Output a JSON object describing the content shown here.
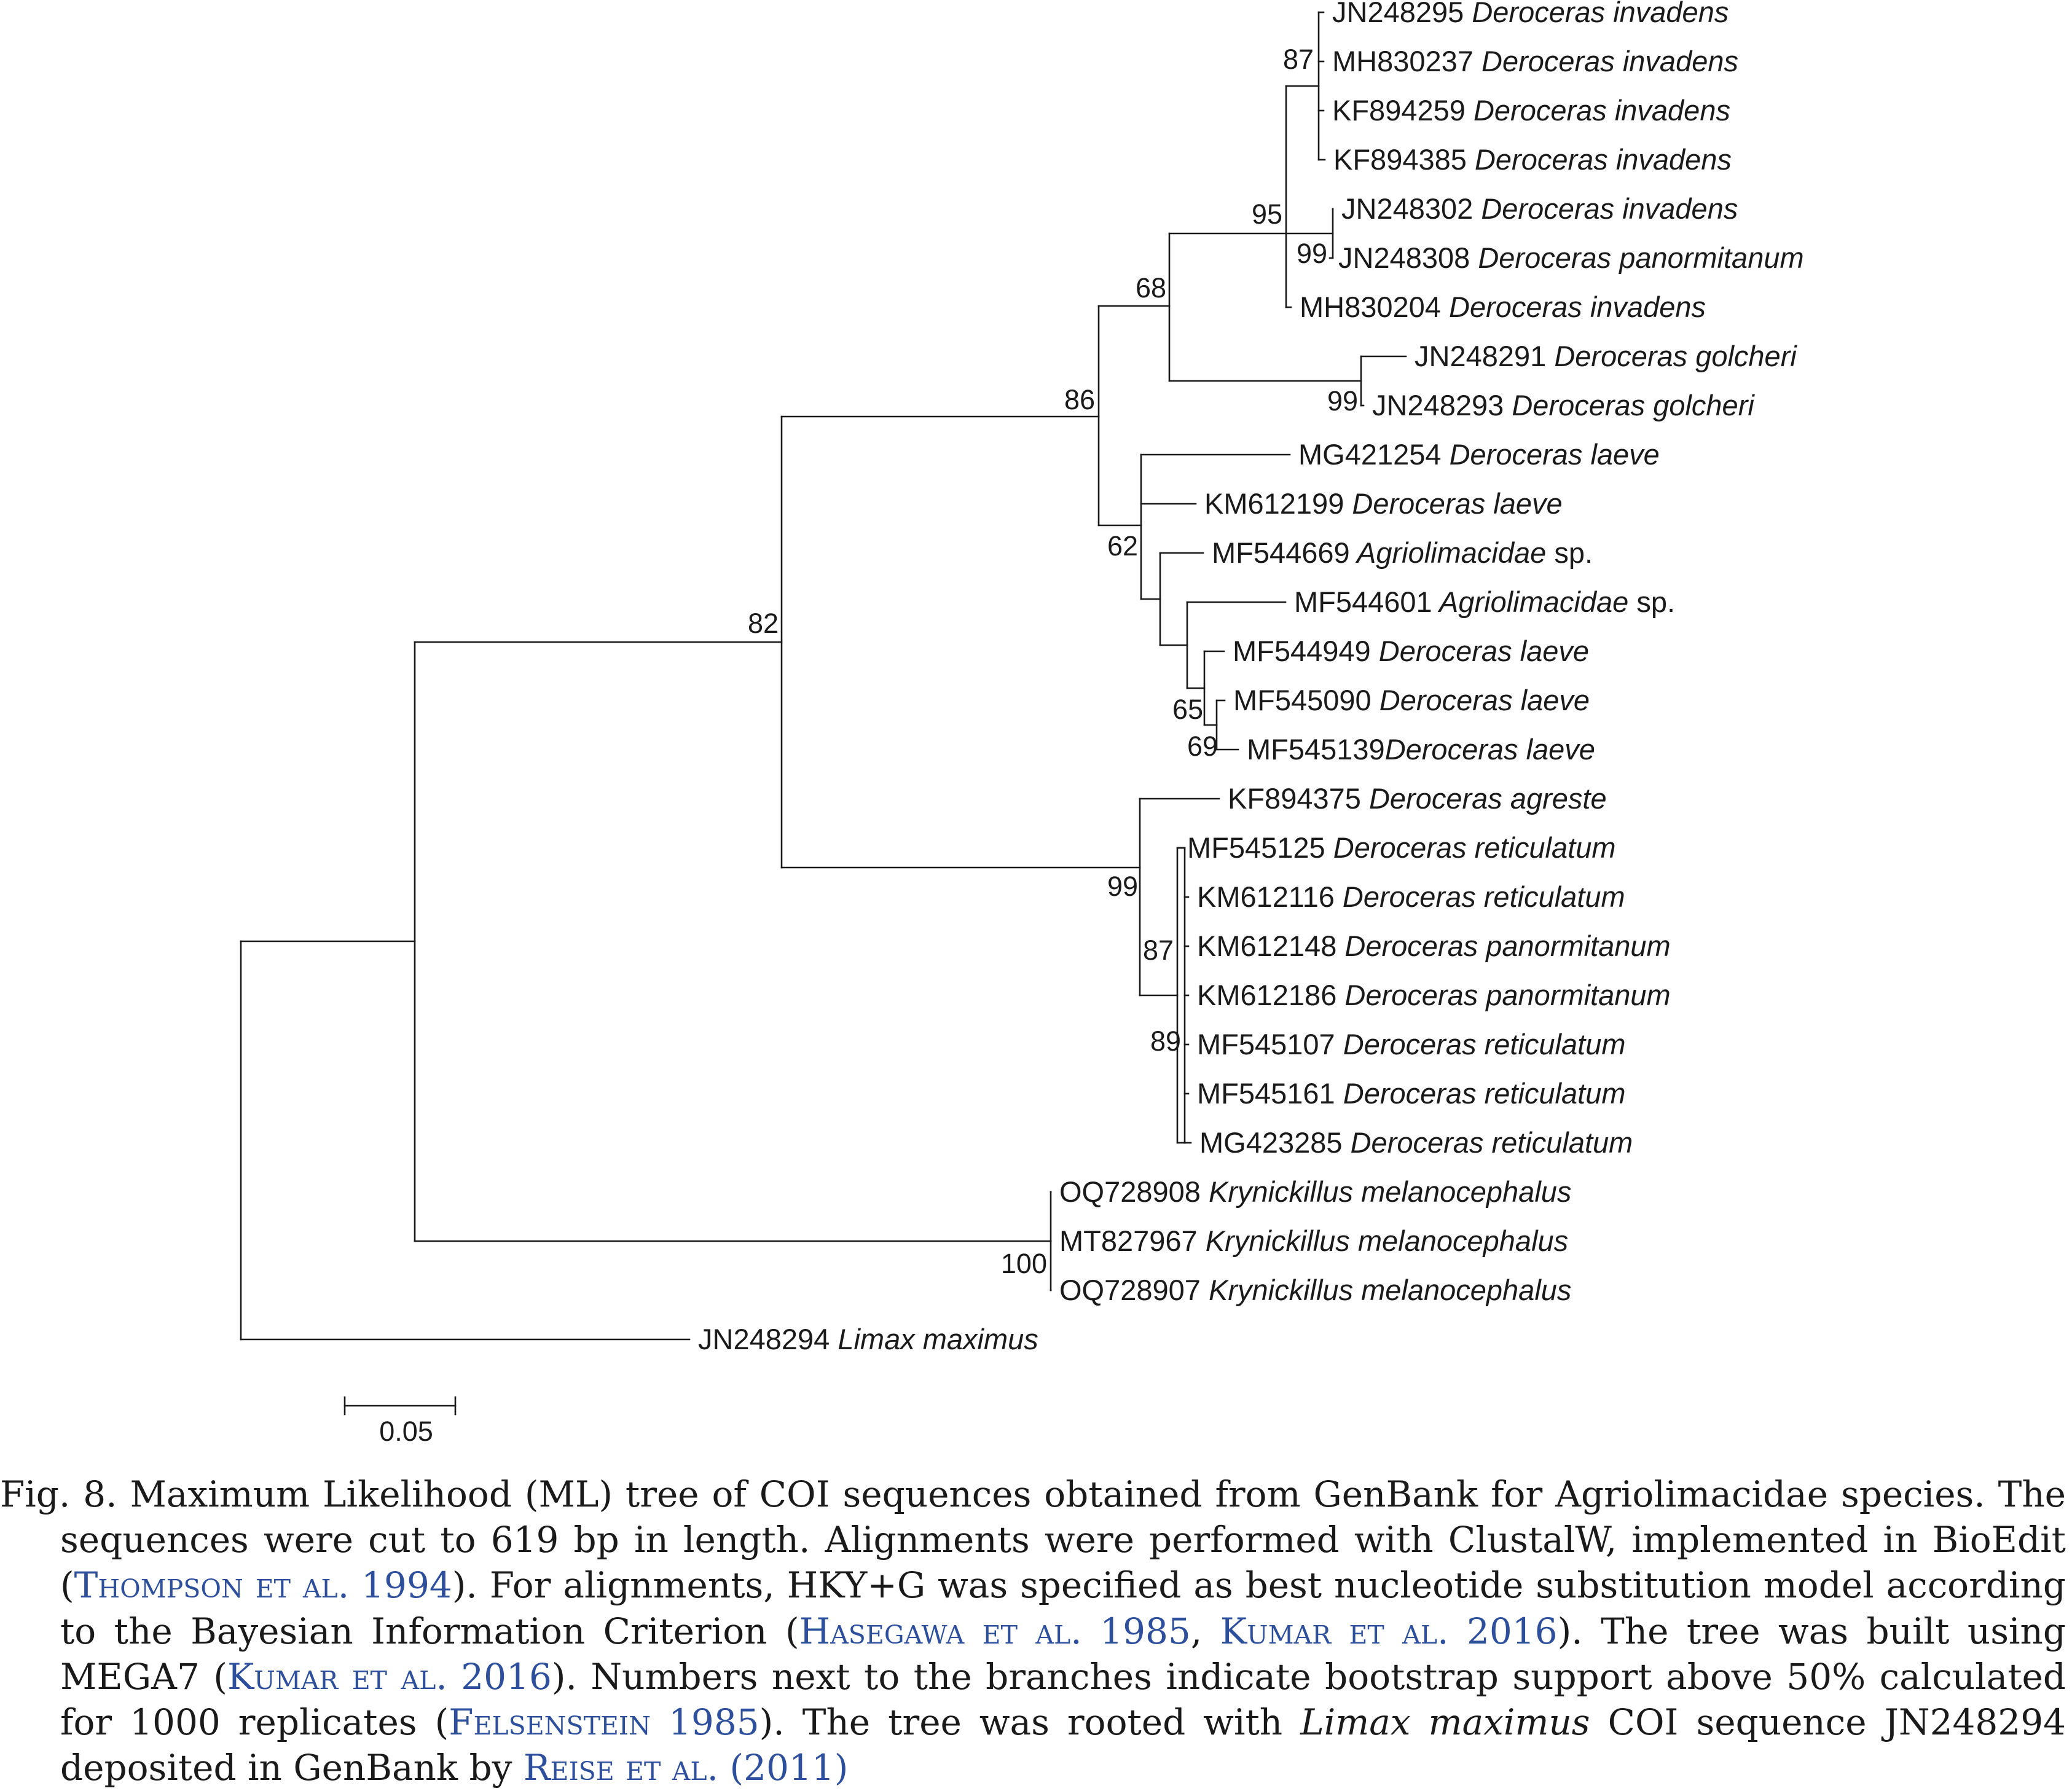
{
  "leaves": [
    {
      "acc": "JN248295",
      "species": "Deroceras invadens",
      "suffix": ""
    },
    {
      "acc": "MH830237",
      "species": "Deroceras invadens",
      "suffix": ""
    },
    {
      "acc": "KF894259",
      "species": "Deroceras invadens",
      "suffix": ""
    },
    {
      "acc": "KF894385",
      "species": "Deroceras invadens",
      "suffix": ""
    },
    {
      "acc": "JN248302",
      "species": "Deroceras invadens",
      "suffix": ""
    },
    {
      "acc": "JN248308",
      "species": "Deroceras panormitanum",
      "suffix": ""
    },
    {
      "acc": "MH830204",
      "species": "Deroceras invadens",
      "suffix": ""
    },
    {
      "acc": "JN248291",
      "species": "Deroceras golcheri",
      "suffix": ""
    },
    {
      "acc": "JN248293",
      "species": "Deroceras golcheri",
      "suffix": ""
    },
    {
      "acc": "MG421254",
      "species": "Deroceras laeve",
      "suffix": ""
    },
    {
      "acc": "KM612199",
      "species": "Deroceras laeve",
      "suffix": ""
    },
    {
      "acc": "MF544669",
      "species": "Agriolimacidae",
      "suffix": "sp."
    },
    {
      "acc": "MF544601",
      "species": "Agriolimacidae",
      "suffix": "sp."
    },
    {
      "acc": "MF544949",
      "species": "Deroceras laeve",
      "suffix": ""
    },
    {
      "acc": "MF545090",
      "species": "Deroceras laeve",
      "suffix": ""
    },
    {
      "acc": "MF545139",
      "species": "Deroceras laeve",
      "suffix": ""
    },
    {
      "acc": "KF894375",
      "species": "Deroceras agreste",
      "suffix": ""
    },
    {
      "acc": "MF545125",
      "species": "Deroceras reticulatum",
      "suffix": ""
    },
    {
      "acc": "KM612116",
      "species": "Deroceras reticulatum",
      "suffix": ""
    },
    {
      "acc": "KM612148",
      "species": "Deroceras panormitanum",
      "suffix": ""
    },
    {
      "acc": "KM612186",
      "species": "Deroceras panormitanum",
      "suffix": ""
    },
    {
      "acc": "MF545107",
      "species": "Deroceras reticulatum",
      "suffix": ""
    },
    {
      "acc": "MF545161",
      "species": "Deroceras reticulatum",
      "suffix": ""
    },
    {
      "acc": "MG423285",
      "species": "Deroceras reticulatum",
      "suffix": ""
    },
    {
      "acc": "OQ728908",
      "species": "Krynickillus melanocephalus",
      "suffix": ""
    },
    {
      "acc": "MT827967",
      "species": "Krynickillus melanocephalus",
      "suffix": ""
    },
    {
      "acc": "OQ728907",
      "species": "Krynickillus melanocephalus",
      "suffix": ""
    },
    {
      "acc": "JN248294",
      "species": "Limax maximus",
      "suffix": ""
    }
  ],
  "support_values": [
    "87",
    "95",
    "99",
    "68",
    "99",
    "86",
    "62",
    "65",
    "69",
    "82",
    "99",
    "87",
    "89",
    "100"
  ],
  "scale_bar": {
    "label": "0.05"
  },
  "caption": {
    "fig_label": "Fig. 8.",
    "t1": "Maximum Likelihood (ML) tree of COI sequences obtained from GenBank for Agriolimacidae species. The sequences were cut to 619 bp in length. Alignments were performed with ClustalW, implemented in BioEdit (",
    "c1": "Thompson et al.",
    "y1": "1994",
    "t2": "). For alignments, HKY+G was specified as best nucleotide substitution model according to the Bayesian Information Criterion (",
    "c2": "Hasegawa et al.",
    "y2": "1985",
    "t3": ", ",
    "c3": "Kumar et al.",
    "y3": "2016",
    "t4": "). The tree was built using MEGA7 (",
    "c4": "Kumar et al.",
    "y4": "2016",
    "t5": "). Numbers next to the branches indicate bootstrap support above 50% calculated for 1000 replicates (",
    "c5": "Felsenstein",
    "y5": "1985",
    "t6": "). The tree was rooted with ",
    "i1": "Limax maximus",
    "t7": " COI sequence JN248294 deposited in GenBank by ",
    "c6": "Reise et al.",
    "y6": "(2011)"
  }
}
